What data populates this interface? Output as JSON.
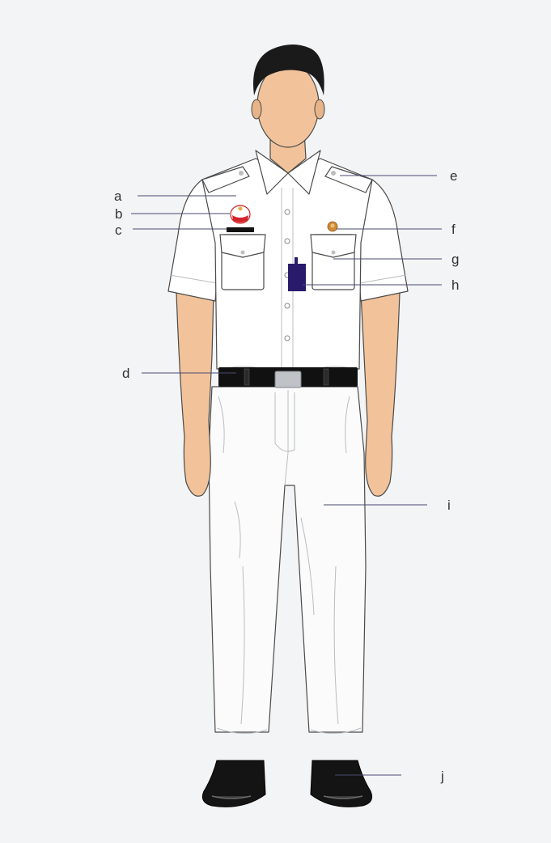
{
  "colors": {
    "background": "#f3f4f5",
    "shirt": "#ffffff",
    "trousers": "#fbfbfb",
    "skin": "#f2c39a",
    "hair": "#1a1a1a",
    "belt": "#111111",
    "buckle": "#bfc3c7",
    "name_tag": "#2a1a6b",
    "leader_line": "#4a4a72"
  },
  "callouts": [
    {
      "id": "a",
      "label": "a",
      "target": "shoulder-epaulette-left"
    },
    {
      "id": "b",
      "label": "b",
      "target": "badge-left-chest"
    },
    {
      "id": "c",
      "label": "c",
      "target": "name-bar"
    },
    {
      "id": "d",
      "label": "d",
      "target": "belt"
    },
    {
      "id": "e",
      "label": "e",
      "target": "shoulder-epaulette-right"
    },
    {
      "id": "f",
      "label": "f",
      "target": "pin-right-chest"
    },
    {
      "id": "g",
      "label": "g",
      "target": "pocket-right"
    },
    {
      "id": "h",
      "label": "h",
      "target": "id-tag"
    },
    {
      "id": "i",
      "label": "i",
      "target": "trousers"
    },
    {
      "id": "j",
      "label": "j",
      "target": "shoes"
    }
  ]
}
